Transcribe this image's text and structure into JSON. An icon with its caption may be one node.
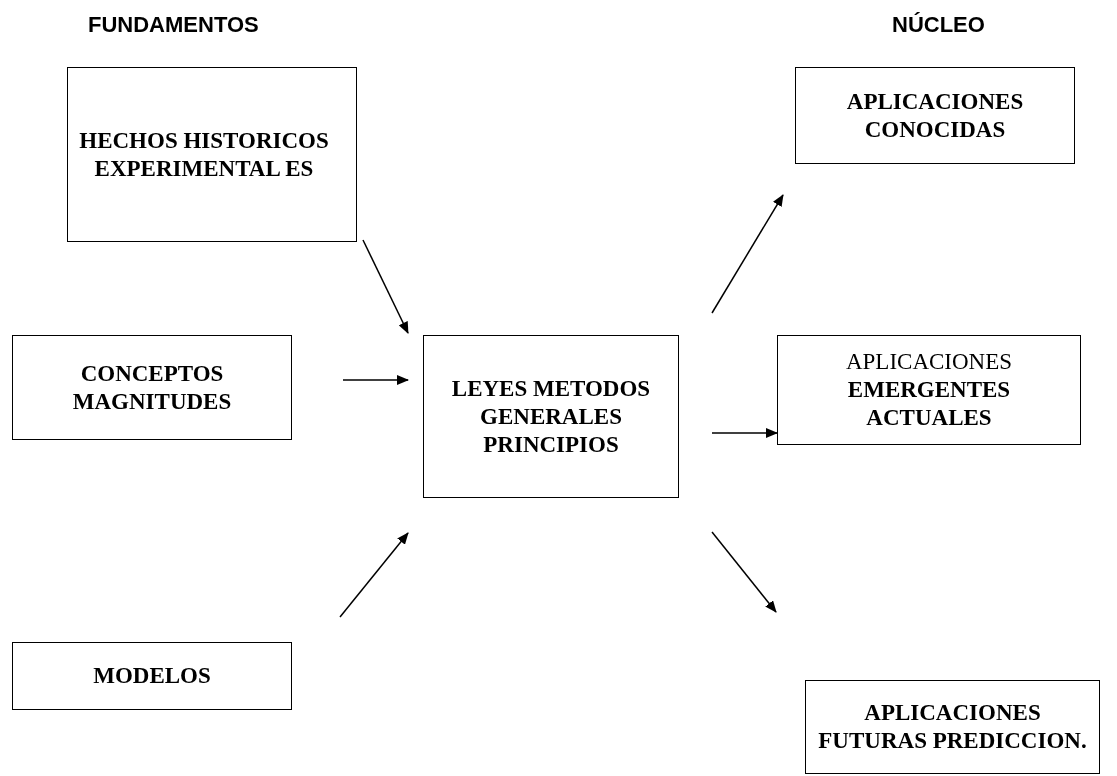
{
  "diagram": {
    "nodes": [
      {
        "text": [
          "HECHOS HISTORICOS EXPERIMENTAL ES"
        ]
      },
      {
        "text": [
          "CONCEPTOS MAGNITUDES"
        ]
      },
      {
        "text": [
          "MODELOS"
        ]
      },
      {
        "text": [
          "LEYES METODOS GENERALES PRINCIPIOS"
        ]
      },
      {
        "text": [
          "APLICACIONES CONOCIDAS"
        ]
      },
      {
        "text": [
          "APLICACIONES **EMERGENTES ACTUALES**"
        ]
      },
      {
        "text": [
          "APLICACIONES FUTURAS PREDICCION."
        ]
      }
    ],
    "edges": [
      {
        "from": 0,
        "to": 3,
        "arrow": "to"
      },
      {
        "from": 1,
        "to": 3,
        "arrow": "to"
      },
      {
        "from": 2,
        "to": 3,
        "arrow": "to"
      },
      {
        "from": 3,
        "to": 4,
        "arrow": "to"
      },
      {
        "from": 3,
        "to": 5,
        "arrow": "to"
      },
      {
        "from": 3,
        "to": 6,
        "arrow": "to"
      }
    ],
    "labels": [
      "FUNDAMENTOS",
      "NÚCLEO"
    ]
  }
}
